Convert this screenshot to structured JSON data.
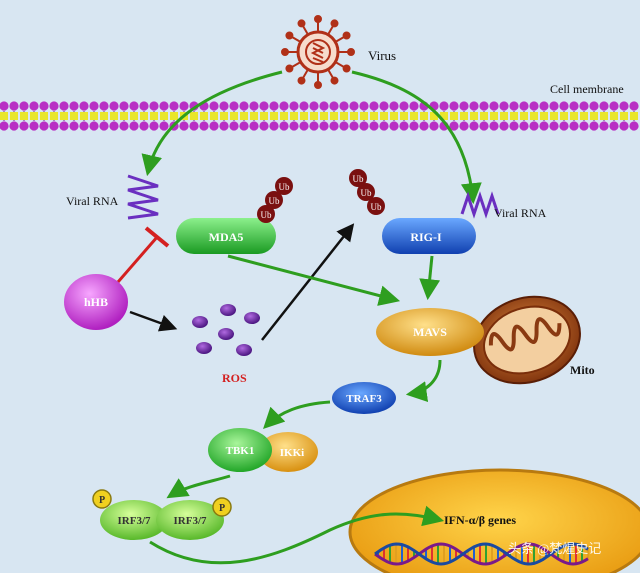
{
  "labels": {
    "virus": "Virus",
    "cell_membrane": "Cell membrane",
    "viral_rna_left": "Viral RNA",
    "viral_rna_right": "Viral RNA",
    "mda5": "MDA5",
    "rigi": "RIG-I",
    "ub": "Ub",
    "hhb": "hHB",
    "ros": "ROS",
    "mavs": "MAVS",
    "mito": "Mito",
    "traf3": "TRAF3",
    "tbk1": "TBK1",
    "ikki": "IKKi",
    "irf37_a": "IRF3/7",
    "irf37_b": "IRF3/7",
    "phospho": "P",
    "ifn_genes": "IFN-α/β genes",
    "watermark": "头条 @梵煋史记"
  },
  "colors": {
    "background": "#d8e6f2",
    "membrane_head": "#b82fc4",
    "membrane_tail": "#e8e628",
    "activation_arrow": "#2e9e1f",
    "inhibition": "#d42020",
    "black_arrow": "#111111",
    "mda5": "#2fc63a",
    "rigi": "#1e62d8",
    "hhb": "#d640e0",
    "ros": "#6a1f9e",
    "mavs": "#f0b224",
    "mito": "#8a3a12",
    "traf3": "#1e62d8",
    "tbk1": "#2fc63a",
    "ikki": "#f0b224",
    "irf": "#6fd03a",
    "phospho": "#f0d020",
    "ub": "#7a1010",
    "nucleus": "#f4b81a",
    "viral_rna": "#6a2fc0",
    "virus": "#b03018"
  },
  "icons": [
    "virus-icon",
    "viral-rna-icon",
    "ubiquitin-icon",
    "mitochondrion-icon",
    "dna-helix-icon"
  ]
}
